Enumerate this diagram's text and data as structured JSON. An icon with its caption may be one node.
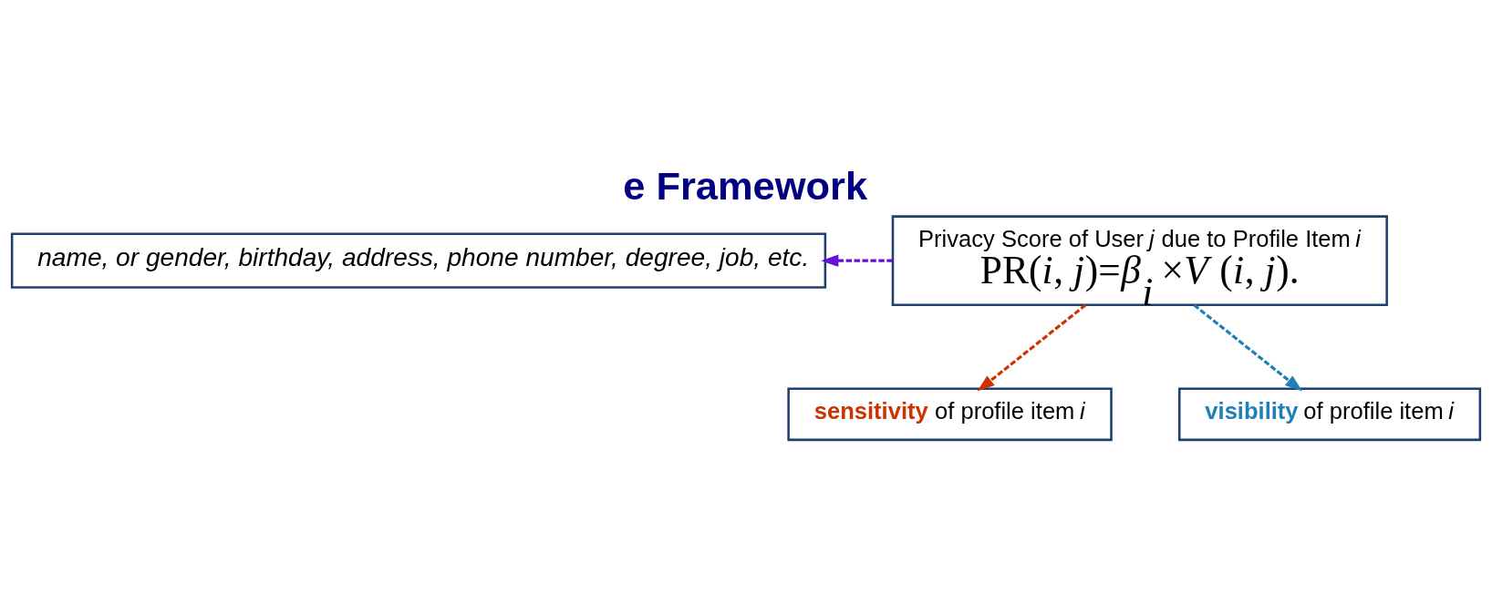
{
  "diagram": {
    "title": "e Framework",
    "nodes": [
      {
        "text": [
          "*name, or gender, birthday, address, phone number, degree, job, etc.*"
        ]
      },
      {
        "text": [
          "Privacy Score of User *j* due to Profile Item *i*",
          "PR(*i*, *j*)=*β*$_{i}$ ×*V* (*i*, *j*)."
        ]
      },
      {
        "text": [
          "**sensitivity** of profile item *i*"
        ]
      },
      {
        "text": [
          "**visibility** of profile item *i*"
        ]
      }
    ],
    "edges": [
      {
        "from": 1,
        "to": 0,
        "arrow": "to",
        "style": "dashed",
        "color": "#6a0fd6"
      },
      {
        "from": 1,
        "to": 2,
        "arrow": "to",
        "style": "dashed",
        "color": "#cc3300"
      },
      {
        "from": 1,
        "to": 3,
        "arrow": "to",
        "style": "dashed",
        "color": "#1f7fb8"
      }
    ]
  }
}
